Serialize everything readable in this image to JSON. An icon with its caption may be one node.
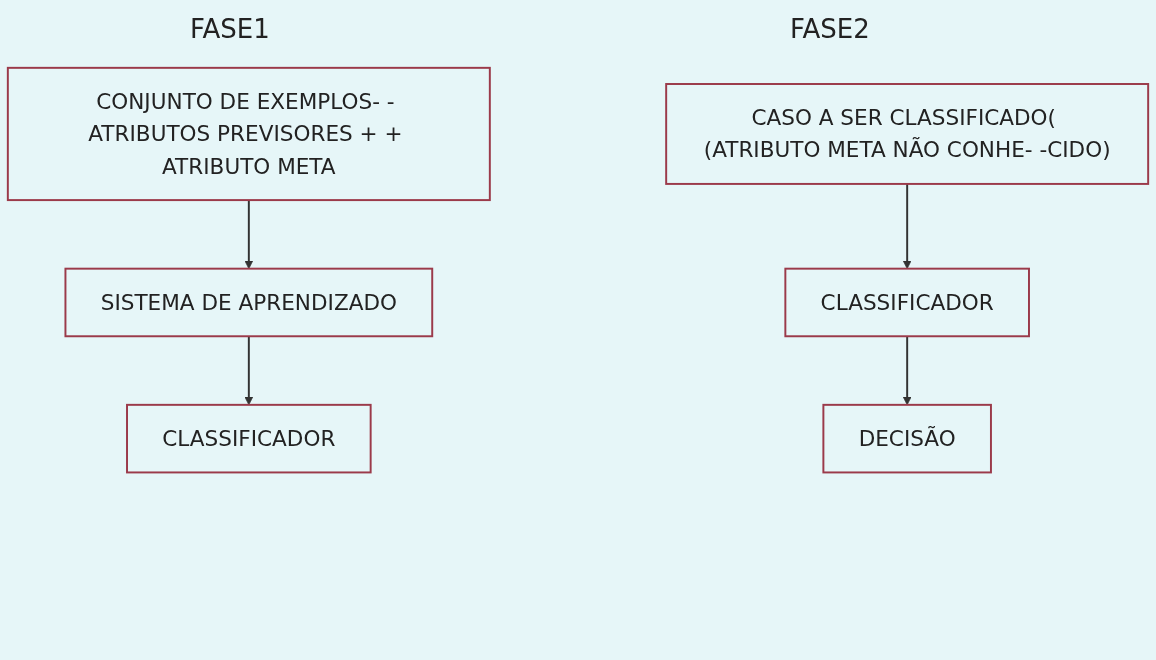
{
  "diagram": {
    "nodes": [
      {
        "text": [
          "CONJUNTO DE EXEMPLOS- - ATRIBUTOS PREVISORES + + ATRIBUTO META"
        ]
      },
      {
        "text": [
          "SISTEMA DE APRENDIZADO"
        ]
      },
      {
        "text": [
          "CLASSIFICADOR"
        ]
      },
      {
        "text": [
          "CASO A SER CLASSIFICADO( (ATRIBUTO META NÃO CONHE- -CIDO)"
        ]
      },
      {
        "text": [
          "CLASSIFICADOR"
        ]
      },
      {
        "text": [
          "DECISÃO"
        ]
      }
    ],
    "edges": [
      {
        "from": 0,
        "to": 1,
        "arrow": "to"
      },
      {
        "from": 1,
        "to": 2,
        "arrow": "to"
      },
      {
        "from": 3,
        "to": 4,
        "arrow": "to"
      },
      {
        "from": 4,
        "to": 5,
        "arrow": "to"
      }
    ],
    "labels": [
      "FASE1",
      "FASE2"
    ]
  }
}
